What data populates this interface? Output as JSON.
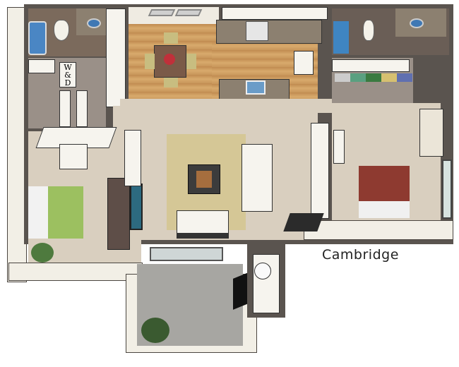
{
  "floorplan": {
    "name": "Cambridge",
    "laundry_label": "W\n&\nD",
    "colors": {
      "walls": "#5a544f",
      "carpet": "#d9cfbf",
      "wood_floor": "#c8965a",
      "bed_master": "#8e3a30",
      "bed_second": "#9cc060",
      "patio": "#a7a6a2",
      "rug": "#d4c68e"
    },
    "rooms": [
      "bathroom-1",
      "laundry",
      "dining",
      "kitchen",
      "bathroom-2",
      "walk-in-closet",
      "bedroom-1",
      "living-room",
      "bedroom-2",
      "patio"
    ]
  }
}
